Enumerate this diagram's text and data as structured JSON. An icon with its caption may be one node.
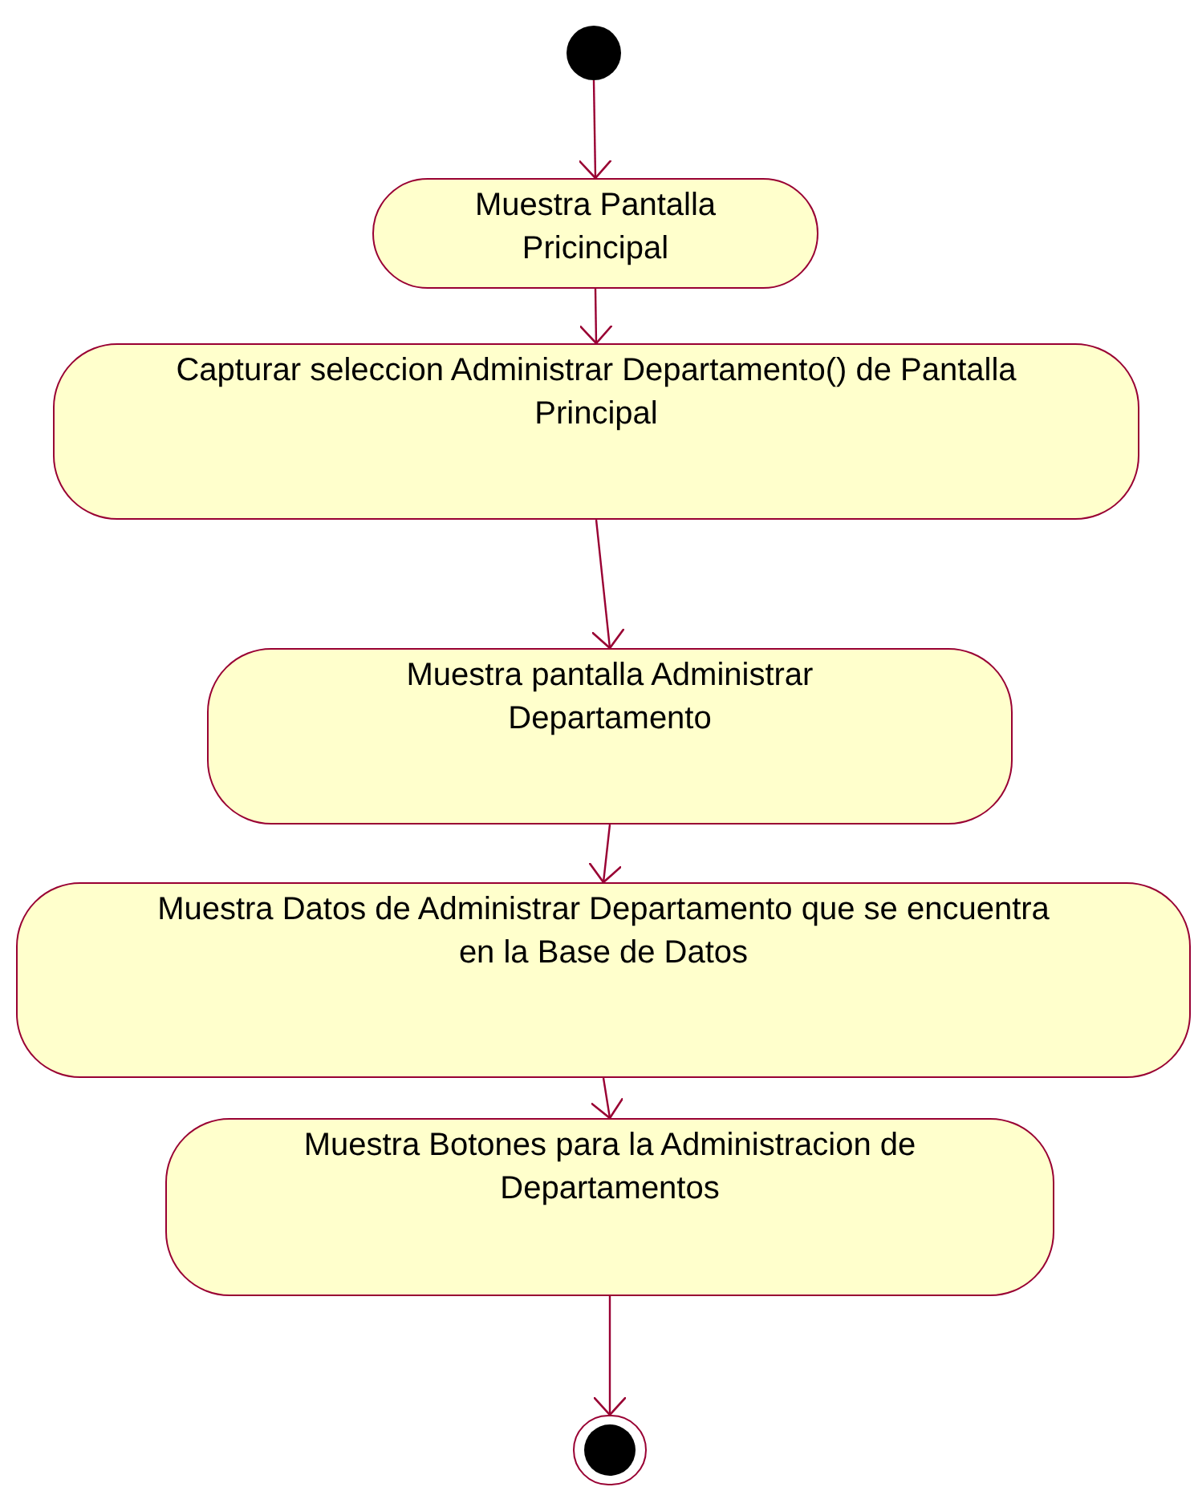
{
  "diagram": {
    "nodes": [
      {
        "text": [],
        "shape": "circle"
      },
      {
        "text": [
          "Muestra Pantalla Pricincipal"
        ]
      },
      {
        "text": [
          "Capturar seleccion Administrar Departamento() de Pantalla Principal"
        ]
      },
      {
        "text": [
          "Muestra pantalla Administrar Departamento"
        ]
      },
      {
        "text": [
          "Muestra Datos de Administrar Departamento que se encuentra en la Base de Datos"
        ]
      },
      {
        "text": [
          "Muestra Botones para la Administracion de Departamentos"
        ]
      },
      {
        "text": [],
        "shape": "circle"
      }
    ],
    "edges": [
      {
        "from": 0,
        "to": 1,
        "arrow": "to"
      },
      {
        "from": 1,
        "to": 2,
        "arrow": "to"
      },
      {
        "from": 2,
        "to": 3,
        "arrow": "to"
      },
      {
        "from": 3,
        "to": 4,
        "arrow": "to"
      },
      {
        "from": 4,
        "to": 5,
        "arrow": "to"
      },
      {
        "from": 5,
        "to": 6,
        "arrow": "to"
      }
    ]
  }
}
